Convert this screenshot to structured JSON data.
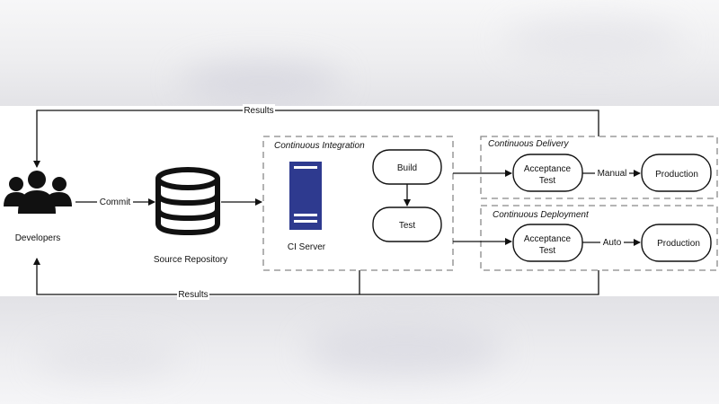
{
  "diagram": {
    "developers": "Developers",
    "source_repository": "Source Repository",
    "ci_server": "CI Server",
    "commit": "Commit",
    "results_top": "Results",
    "results_bottom": "Results",
    "continuous_integration": {
      "title": "Continuous Integration",
      "build": "Build",
      "test": "Test"
    },
    "continuous_delivery": {
      "title": "Continuous Delivery",
      "acceptance_line1": "Acceptance",
      "acceptance_line2": "Test",
      "manual": "Manual",
      "production": "Production"
    },
    "continuous_deployment": {
      "title": "Continuous Deployment",
      "acceptance_line1": "Acceptance",
      "acceptance_line2": "Test",
      "auto": "Auto",
      "production": "Production"
    }
  },
  "colors": {
    "server": "#2e3a8f",
    "stroke": "#111111",
    "dashed": "#888888"
  }
}
